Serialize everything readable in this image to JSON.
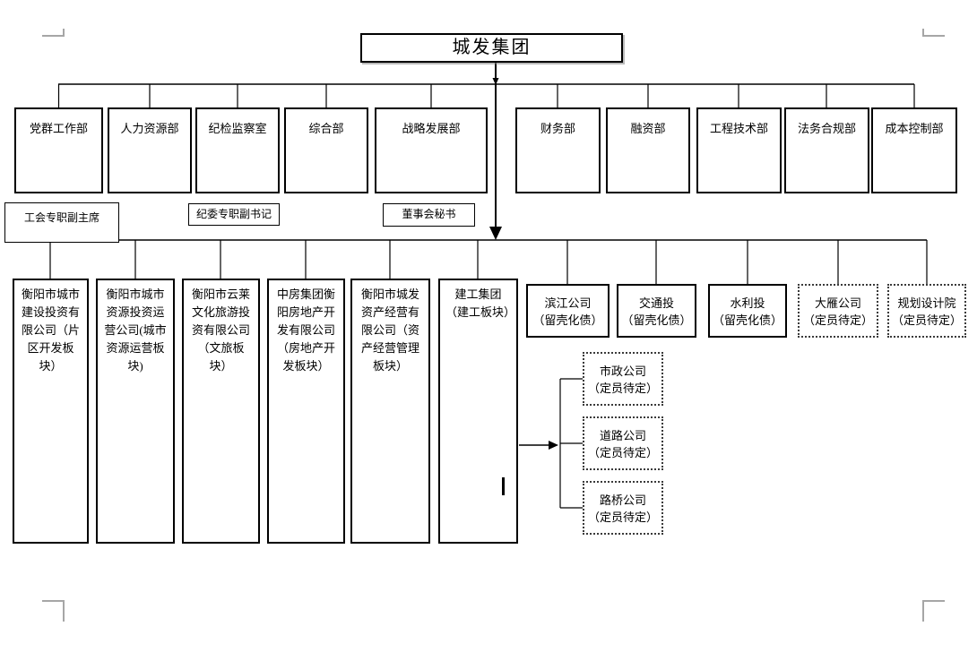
{
  "title": "城发集团",
  "departments": [
    "党群工作部",
    "人力资源部",
    "纪检监察室",
    "综合部",
    "战略发展部",
    "财务部",
    "融资部",
    "工程技术部",
    "法务合规部",
    "成本控制部"
  ],
  "staff_positions": [
    "工会专职副主席",
    "纪委专职副书记",
    "董事会秘书"
  ],
  "companies": [
    "衡阳市城市建设投资有限公司（片区开发板块）",
    "衡阳市城市资源投资运营公司(城市资源运营板块)",
    "衡阳市云莱文化旅游投资有限公司（文旅板块）",
    "中房集团衡阳房地产开发有限公司（房地产开发板块）",
    "衡阳市城发资产经营有限公司（资产经营管理板块）",
    "建工集团（建工板块）",
    "滨江公司\n（留壳化债）",
    "交通投\n（留壳化债）",
    "水利投\n（留壳化债）",
    "大雁公司\n（定员待定）",
    "规划设计院\n（定员待定）"
  ],
  "construction_subsidiaries": [
    "市政公司\n（定员待定）",
    "道路公司\n（定员待定）",
    "路桥公司\n（定员待定）"
  ],
  "colors": {
    "line": "#000000",
    "border": "#000000",
    "background": "#ffffff",
    "crop_mark": "#a6a6a6"
  }
}
